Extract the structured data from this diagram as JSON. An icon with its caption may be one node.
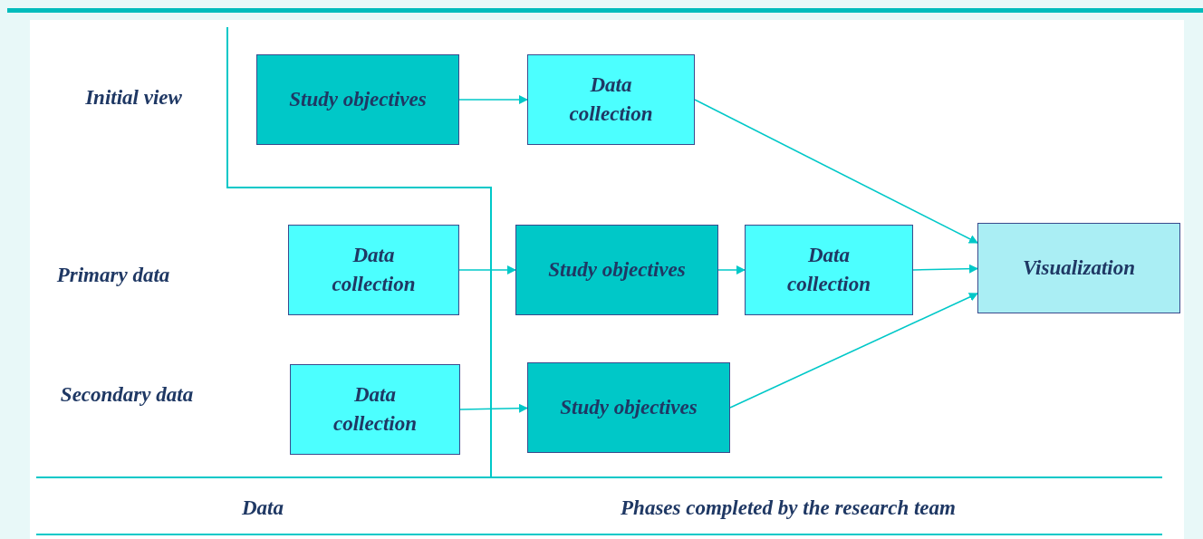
{
  "diagram": {
    "nodes": [
      {
        "text": [
          "Study objectives"
        ]
      },
      {
        "text": [
          "Data collection"
        ]
      },
      {
        "text": [
          "Data collection"
        ]
      },
      {
        "text": [
          "Study objectives"
        ]
      },
      {
        "text": [
          "Data collection"
        ]
      },
      {
        "text": [
          "Visualization"
        ]
      },
      {
        "text": [
          "Data collection"
        ]
      },
      {
        "text": [
          "Study objectives"
        ]
      }
    ],
    "edges": [
      {
        "from": 0,
        "to": 1,
        "arrow": "to"
      },
      {
        "from": 1,
        "to": 5,
        "arrow": "to"
      },
      {
        "from": 2,
        "to": 3,
        "arrow": "to"
      },
      {
        "from": 3,
        "to": 4,
        "arrow": "to"
      },
      {
        "from": 4,
        "to": 5,
        "arrow": "to"
      },
      {
        "from": 6,
        "to": 7,
        "arrow": "to"
      },
      {
        "from": 7,
        "to": 5,
        "arrow": "to"
      }
    ],
    "labels": [
      "Initial view",
      "Primary data",
      "Secondary data",
      "Data",
      "Phases completed by the research team"
    ]
  }
}
